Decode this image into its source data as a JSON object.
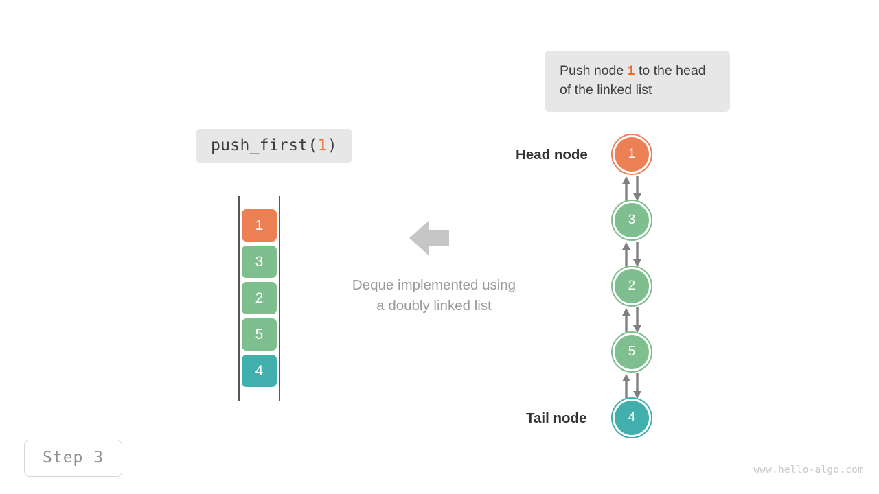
{
  "colors": {
    "orange": "#ec7f54",
    "orange_text": "#ec6c2a",
    "green": "#7fbe8e",
    "teal": "#41b0ad",
    "gray_arrow": "#808080",
    "gray_box": "#e7e7e7",
    "rail": "#57585a",
    "caption_text": "#9a9a9a",
    "big_arrow": "#c6c6c6"
  },
  "callout": {
    "text_before": "Push node ",
    "highlight": "1",
    "text_after": " to the head of the linked list"
  },
  "op_label": {
    "prefix": "push_first(",
    "highlight": "1",
    "suffix": ")"
  },
  "stack": {
    "cells": [
      {
        "value": "1",
        "color": "#ec7f54"
      },
      {
        "value": "3",
        "color": "#7fbe8e"
      },
      {
        "value": "2",
        "color": "#7fbe8e"
      },
      {
        "value": "5",
        "color": "#7fbe8e"
      },
      {
        "value": "4",
        "color": "#41b0ad"
      }
    ]
  },
  "caption": {
    "line1": "Deque implemented using",
    "line2": "a doubly linked list"
  },
  "linked_list": {
    "nodes": [
      {
        "value": "1",
        "color": "#ec7f54"
      },
      {
        "value": "3",
        "color": "#7fbe8e"
      },
      {
        "value": "2",
        "color": "#7fbe8e"
      },
      {
        "value": "5",
        "color": "#7fbe8e"
      },
      {
        "value": "4",
        "color": "#41b0ad"
      }
    ],
    "head_label": "Head node",
    "tail_label": "Tail node"
  },
  "step_badge": "Step 3",
  "watermark": "www.hello-algo.com"
}
